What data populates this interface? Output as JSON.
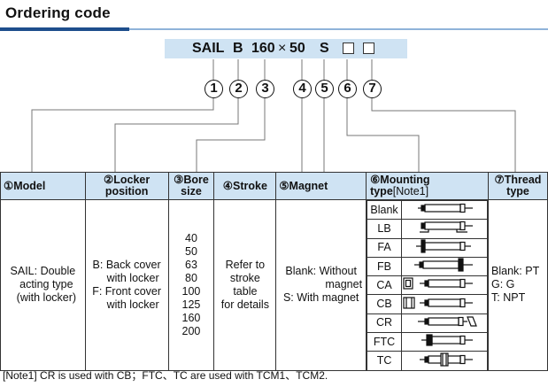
{
  "title": "Ordering code",
  "code": {
    "model": "SAIL",
    "locker": "B",
    "bore": "160",
    "times": "×",
    "stroke": "50",
    "mounting": "S"
  },
  "callouts": [
    "1",
    "2",
    "3",
    "4",
    "5",
    "6",
    "7"
  ],
  "table": {
    "headers": {
      "model": {
        "num": "①",
        "label": "Model"
      },
      "locker": {
        "num": "②",
        "label": "Locker",
        "label2": "position"
      },
      "bore": {
        "num": "③",
        "label": "Bore",
        "label2": "size"
      },
      "stroke": {
        "num": "④",
        "label": "Stroke"
      },
      "magnet": {
        "num": "⑤",
        "label": "Magnet"
      },
      "mounting": {
        "num": "⑥",
        "label": "Mounting",
        "label2": "type",
        "note": "[Note1]"
      },
      "thread": {
        "num": "⑦",
        "label": "Thread",
        "label2": "type"
      }
    },
    "model": [
      "SAIL: Double",
      "acting type",
      "(with locker)"
    ],
    "locker": [
      "B: Back cover",
      "with locker",
      "F: Front cover",
      "with locker"
    ],
    "bore": [
      "40",
      "50",
      "63",
      "80",
      "100",
      "125",
      "160",
      "200"
    ],
    "stroke": [
      "Refer to",
      "stroke",
      "table",
      "for details"
    ],
    "magnet": [
      "Blank: Without",
      "magnet",
      "S: With magnet"
    ],
    "mounting": [
      {
        "label": "Blank",
        "icon": "basic-cylinder-icon"
      },
      {
        "label": "LB",
        "icon": "foot-mount-cylinder-icon"
      },
      {
        "label": "FA",
        "icon": "front-flange-cylinder-icon"
      },
      {
        "label": "FB",
        "icon": "rear-flange-cylinder-icon"
      },
      {
        "label": "CA",
        "icon": "single-clevis-cylinder-icon"
      },
      {
        "label": "CB",
        "icon": "double-clevis-cylinder-icon"
      },
      {
        "label": "CR",
        "icon": "clevis-bracket-cylinder-icon"
      },
      {
        "label": "FTC",
        "icon": "front-trunnion-cylinder-icon"
      },
      {
        "label": "TC",
        "icon": "center-trunnion-cylinder-icon"
      }
    ],
    "thread": [
      "Blank: PT",
      "G: G",
      "T: NPT"
    ]
  },
  "note": "[Note1] CR is used with CB；FTC、TC are used with TCM1、TCM2."
}
